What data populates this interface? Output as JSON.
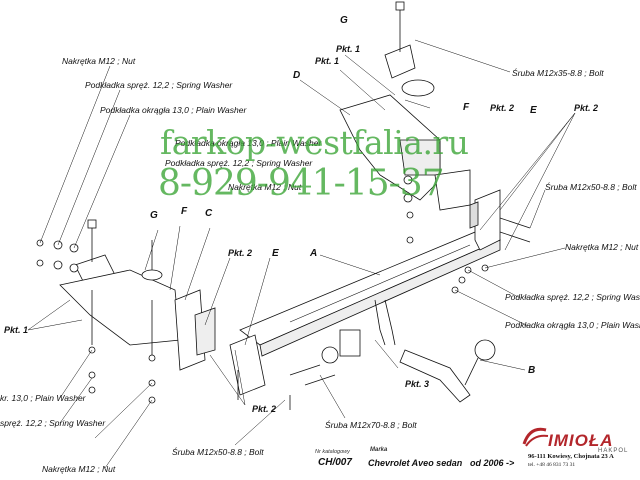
{
  "labels": {
    "nut_top_left": "Nakrętka  M12 ; Nut",
    "spring_washer_top_left": "Podkładka spręż. 12,2 ; Spring Washer",
    "plain_washer_top_left": "Podkładka okrągła 13,0 ;  Plain Washer",
    "spring_washer_mid": "Podkładka spręż. 12,2 ; Spring Washer",
    "plain_washer_mid": "Podkładka okrągła 13,0 ;  Plain Washer",
    "nut_mid": "Nakrętka  M12 ; Nut",
    "bolt_m12x35": "Śruba M12x35-8.8 ;  Bolt",
    "bolt_m12x50_right": "Śruba M12x50-8.8 ;  Bolt",
    "nut_right": "Nakrętka  M12 ; Nut",
    "spring_washer_right": "Podkładka spręż. 12,2 ; Spring Washer",
    "plain_washer_right": "Podkładka okrągła 13,0 ;  Plain Washer",
    "plain_washer_bottom_left": "kr. 13,0 ;  Plain Washer",
    "spring_washer_bottom_left": "spręż. 12,2 ; Spring Washer",
    "nut_bottom_left": "Nakrętka  M12 ; Nut",
    "bolt_m12x50_bottom": "Śruba M12x50-8.8 ;  Bolt",
    "bolt_m12x70": "Śruba M12x70-8.8 ;  Bolt"
  },
  "points": {
    "pkt1_top_a": "Pkt. 1",
    "pkt1_top_b": "Pkt. 1",
    "pkt1_left": "Pkt. 1",
    "pkt2_upper_mid": "Pkt. 2",
    "pkt2_upper_right": "Pkt. 2",
    "pkt2_center": "Pkt. 2",
    "pkt2_bottom": "Pkt. 2",
    "pkt3": "Pkt. 3"
  },
  "letters": {
    "G_top": "G",
    "D": "D",
    "F_top": "F",
    "E_top": "E",
    "G_left": "G",
    "F_left": "F",
    "C": "C",
    "E_mid": "E",
    "A": "A",
    "B": "B"
  },
  "watermark": {
    "site": "farkop-westfalia.ru",
    "phone": "8-929-941-15-37"
  },
  "title_block": {
    "catalog_caption": "Nr katalogowy",
    "catalog_number": "CH/007",
    "brand_caption": "Marka",
    "model": "Chevrolet Aveo sedan",
    "years": "od 2006 ->"
  },
  "company": {
    "name": "IMIOŁA",
    "sub": "HAKPOL",
    "address": "96-111 Kowiesy, Chojnata 23 A",
    "tel": "tel. +48 46 831 73 31",
    "logo_color": "#b3262b"
  },
  "colors": {
    "watermark": "#3aa535",
    "line": "#111111"
  }
}
